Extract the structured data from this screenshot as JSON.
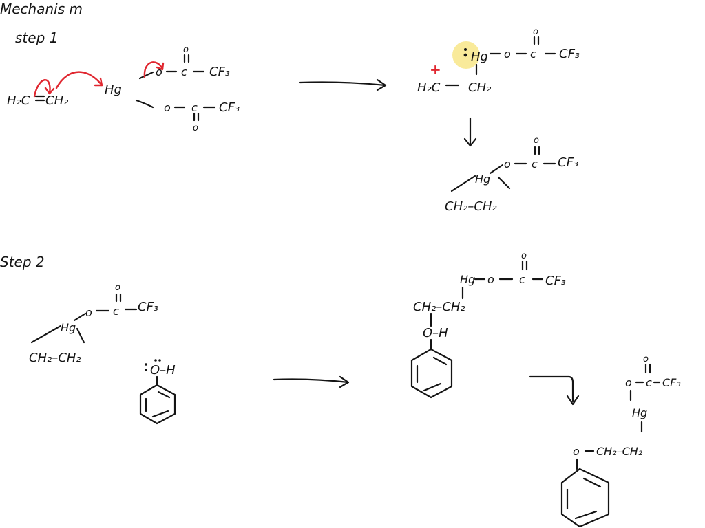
{
  "headings": {
    "mechanism": "Mechanis m",
    "step1": "step 1",
    "step2": "Step 2"
  },
  "labels": {
    "h2c": "H₂C",
    "ch2": "CH₂",
    "hg": "Hg",
    "o": "o",
    "c": "c",
    "cf3": "CF₃",
    "carbonyl_o": "o",
    "plus": "+",
    "h": "H",
    "ch2ch2": "CH₂–CH₂",
    "oh": "O–H"
  },
  "colors": {
    "ink": "#141414",
    "electron_arrow": "#e0262f",
    "highlight": "#f9ea9a"
  }
}
